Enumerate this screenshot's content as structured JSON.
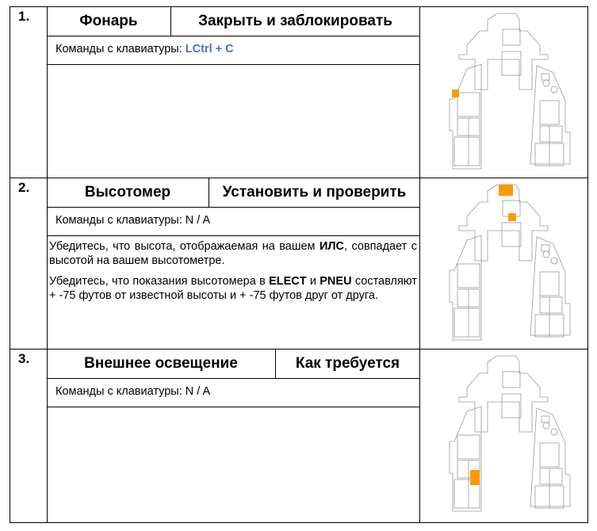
{
  "steps": [
    {
      "number": "1.",
      "item": "Фонарь",
      "action": "Закрыть и заблокировать",
      "keyboard_label": "Команды с клавиатуры:",
      "keyboard_value": "LCtrl + C",
      "description": []
    },
    {
      "number": "2.",
      "item": "Высотомер",
      "action": "Установить и проверить",
      "keyboard_label": "Команды с клавиатуры:",
      "keyboard_value": "N / A",
      "description": [
        "Убедитесь, что высота, отображаемая на вашем ИЛС, совпадает с высотой на вашем высотометре.",
        "Убедитесь, что показания высотомера в ELECT и PNEU составляют + -75 футов от известной высоты и + -75 футов друг от друга."
      ]
    },
    {
      "number": "3.",
      "item": "Внешнее освещение",
      "action": "Как требуется",
      "keyboard_label": "Команды с клавиатуры:",
      "keyboard_value": "N / A",
      "description": []
    }
  ],
  "highlight_color": "#ff9900",
  "cockpit_icon": "cockpit-diagram-icon"
}
